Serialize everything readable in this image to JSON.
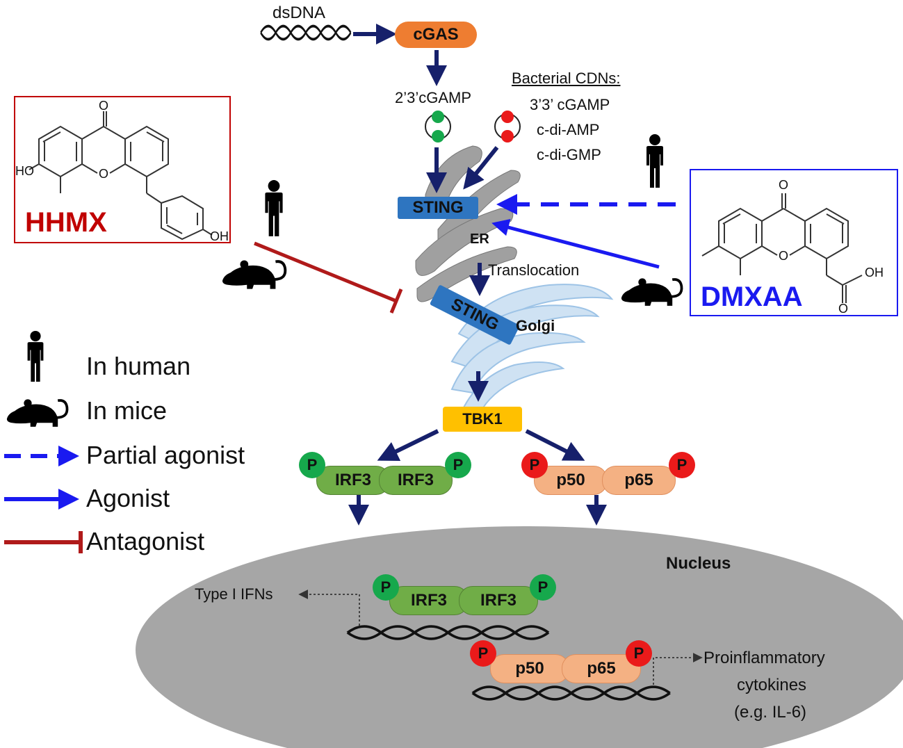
{
  "nodes": {
    "dsdna": "dsDNA",
    "cgas": "cGAS",
    "cgamp23": "2’3’cGAMP",
    "bact_title": "Bacterial CDNs:",
    "bact_items": [
      "3’3’ cGAMP",
      "c-di-AMP",
      "c-di-GMP"
    ],
    "sting_er": "STING",
    "er": "ER",
    "translocation": "Translocation",
    "sting_golgi": "STING",
    "golgi": "Golgi",
    "tbk1": "TBK1",
    "irf3": "IRF3",
    "p50": "p50",
    "p65": "p65",
    "phospho": "P",
    "nucleus": "Nucleus",
    "type1_ifns": "Type I IFNs",
    "proinflammatory": [
      "Proinflammatory",
      "cytokines",
      "(e.g. IL-6)"
    ]
  },
  "molecules": {
    "hhmx": {
      "name": "HHMX",
      "atoms": [
        "O",
        "HO",
        "O",
        "OH"
      ],
      "color": "#c00000"
    },
    "dmxaa": {
      "name": "DMXAA",
      "atoms": [
        "O",
        "O",
        "OH",
        "O"
      ],
      "color": "#1a1af0"
    }
  },
  "legend": {
    "human": "In human",
    "mice": "In mice",
    "partial": "Partial agonist",
    "agonist": "Agonist",
    "antagonist": "Antagonist"
  },
  "colors": {
    "arrow": "#16206b",
    "agonist": "#1a1af0",
    "antagonist": "#b01a1a",
    "cgas": "#ee7d31",
    "sting": "#2e75c0",
    "tbk1": "#ffc000",
    "irf3": "#70ad47",
    "nfkb": "#f4b183",
    "nucleus": "#a6a6a6"
  }
}
